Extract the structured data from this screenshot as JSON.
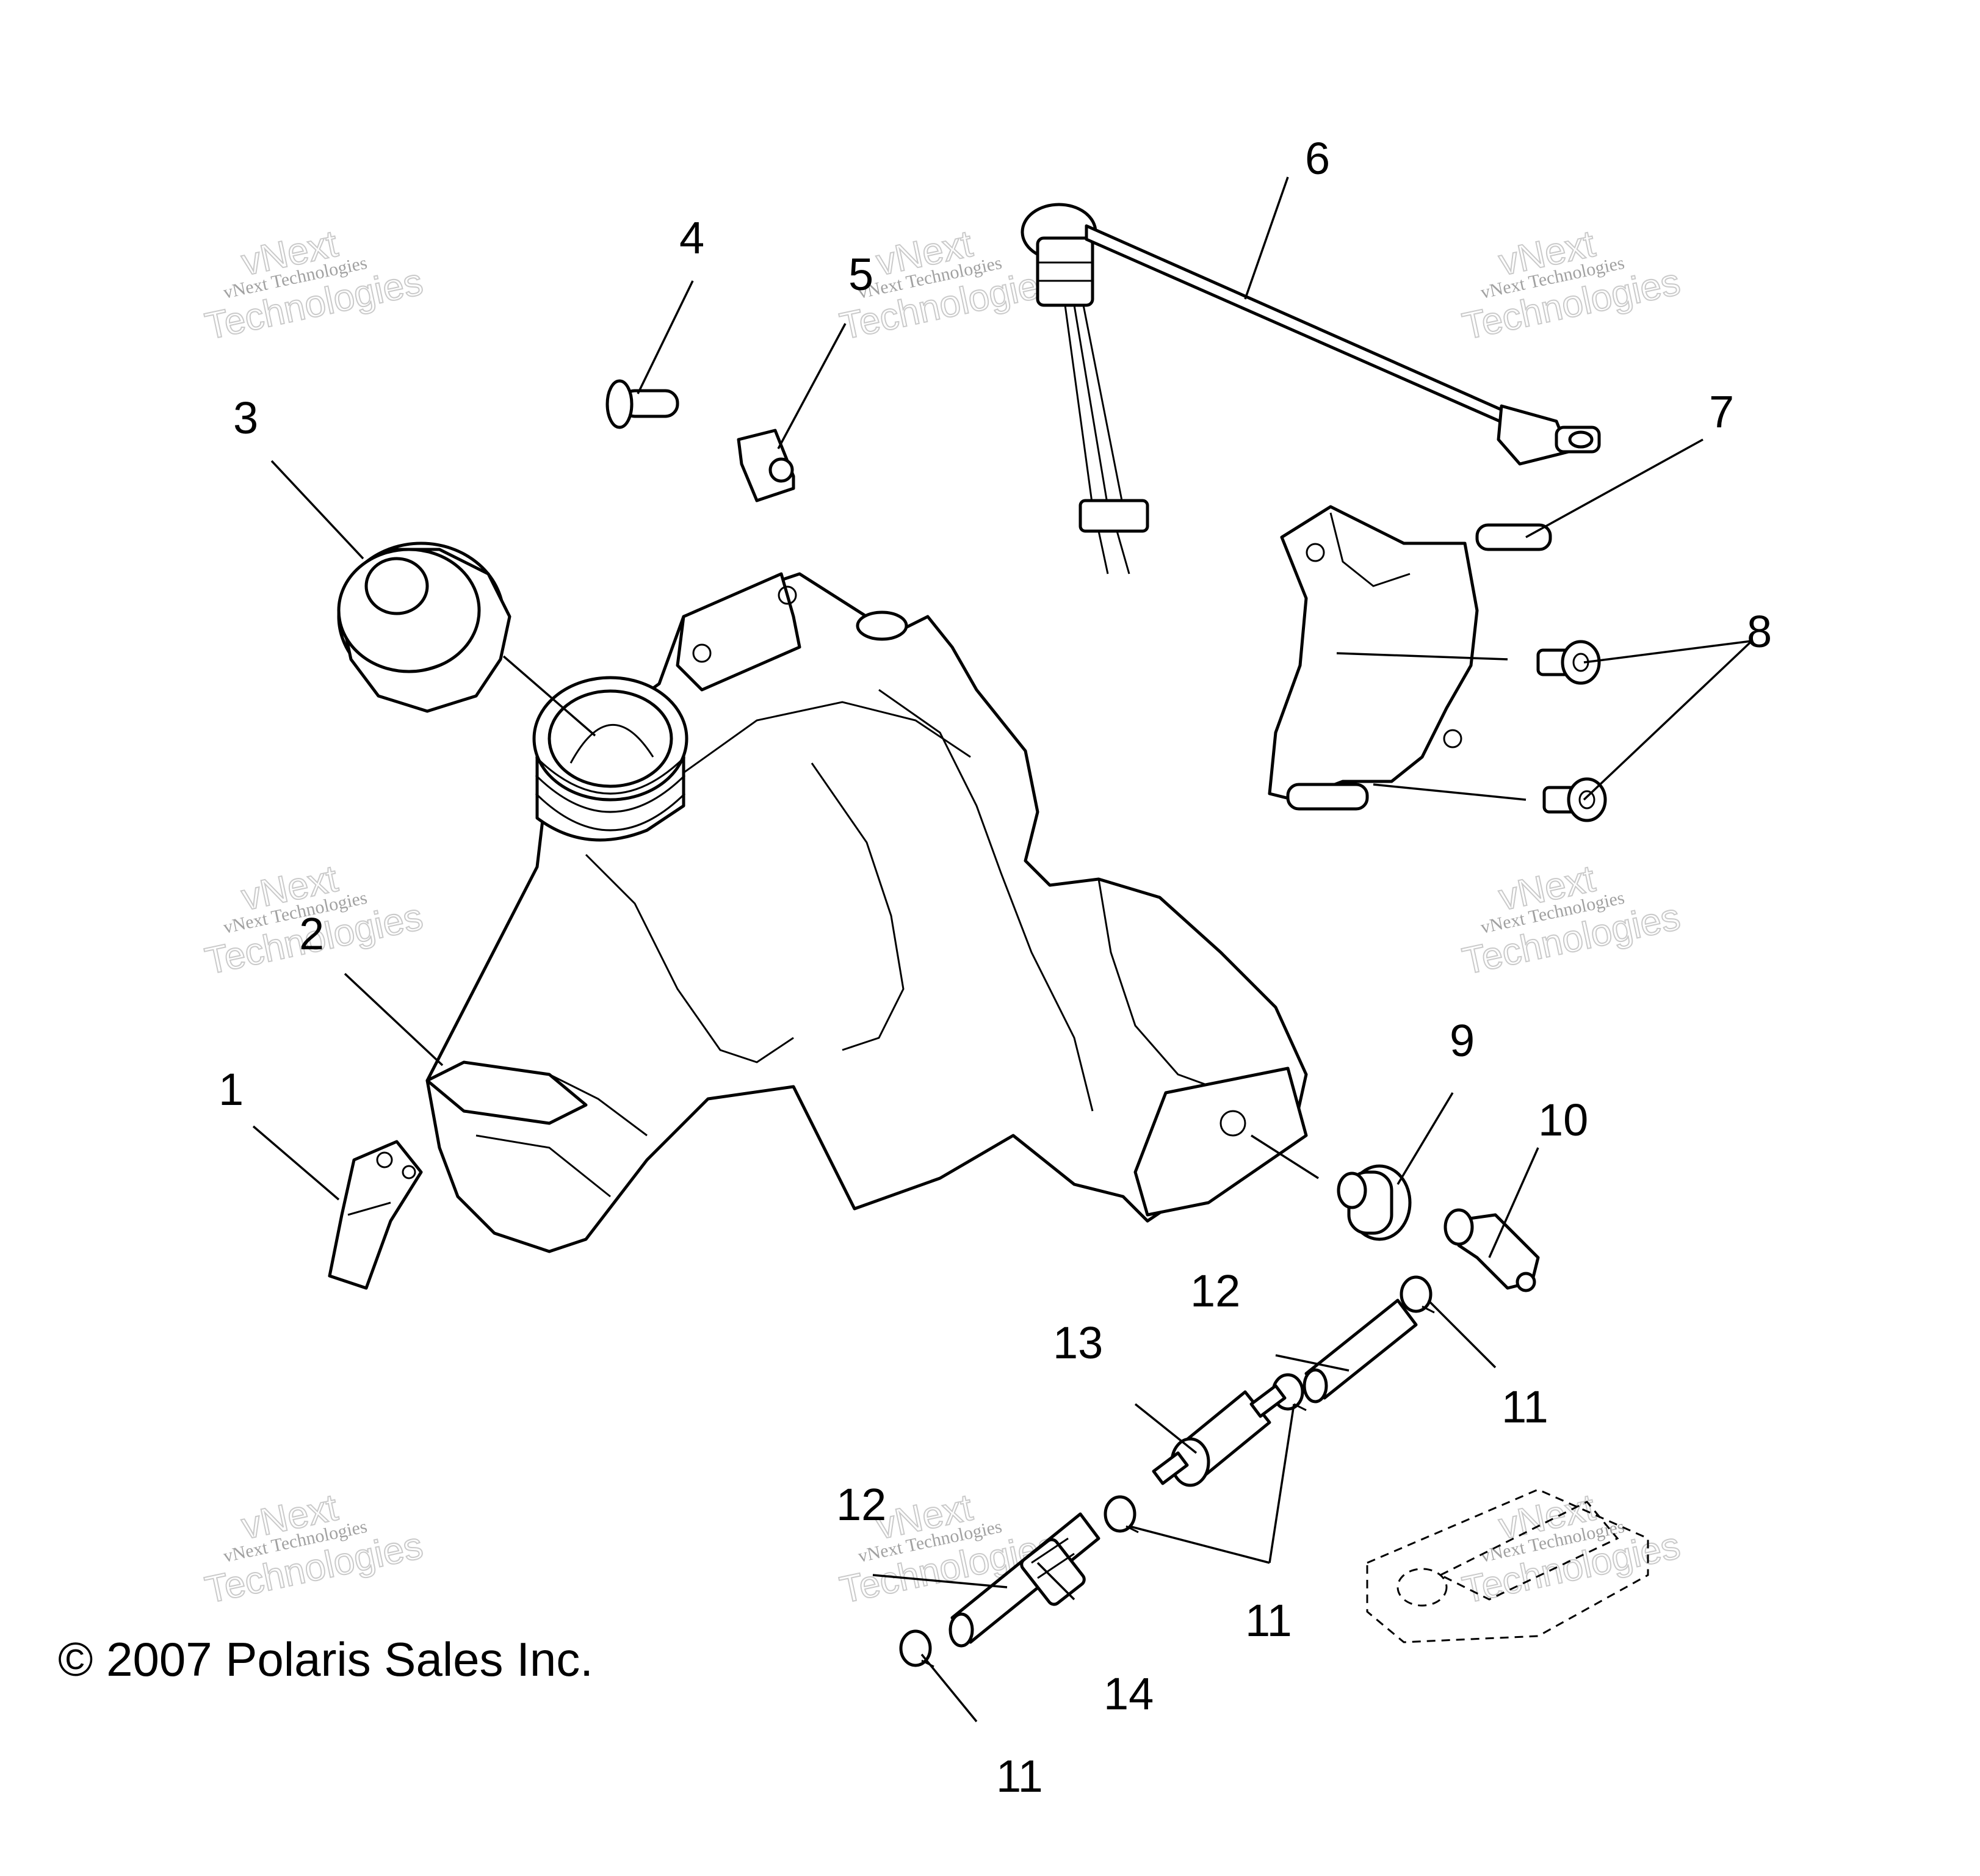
{
  "copyright": "© 2007 Polaris Sales Inc.",
  "watermark": {
    "line1": "vNext",
    "line2": "vNext Technologies",
    "line3": "Technologies"
  },
  "callouts": [
    "1",
    "2",
    "3",
    "4",
    "5",
    "6",
    "7",
    "8",
    "9",
    "10",
    "11",
    "12",
    "13",
    "14",
    "11",
    "11",
    "11",
    "12"
  ]
}
